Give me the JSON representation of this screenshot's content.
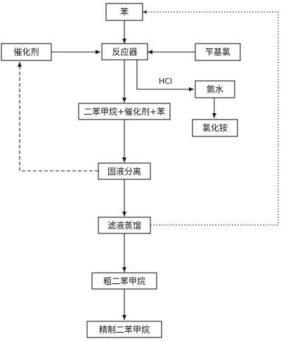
{
  "nodes": {
    "benzene": "苯",
    "catalyst": "催化剂",
    "reactor": "反应器",
    "benzyl_chloride": "苄基氯",
    "ammonia_water": "氨水",
    "ammonium_chloride": "氯化铵",
    "mixture": "二苯甲烷+催化剂+苯",
    "solid_liquid_separation": "固液分离",
    "filtrate_distillation": "滤液蒸馏",
    "crude_product": "粗二苯甲烷",
    "refined_product": "精制二苯甲烷"
  },
  "edges": {
    "hcl_label": "HCl"
  }
}
